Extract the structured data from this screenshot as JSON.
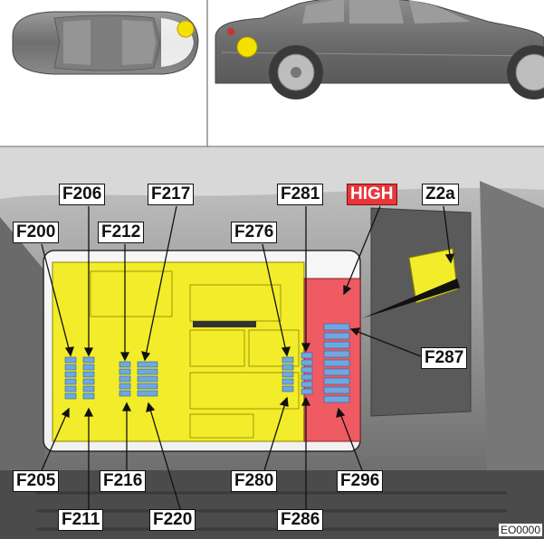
{
  "figure": {
    "code": "EO0000",
    "high_label": "HIGH",
    "component_label": "Z2a",
    "colors": {
      "yellow_marker": "#f5e100",
      "fuse_box": "#f2ec2a",
      "high_zone": "#ee5b62",
      "fuse_blue": "#6fa8e0",
      "label_high_bg": "#e8363b"
    },
    "fuse_labels_top": [
      "F206",
      "F217",
      "F200",
      "F212",
      "F281",
      "F276"
    ],
    "fuse_labels_right": [
      "F287"
    ],
    "fuse_labels_bottom": [
      "F205",
      "F216",
      "F280",
      "F296",
      "F211",
      "F220",
      "F286"
    ]
  }
}
